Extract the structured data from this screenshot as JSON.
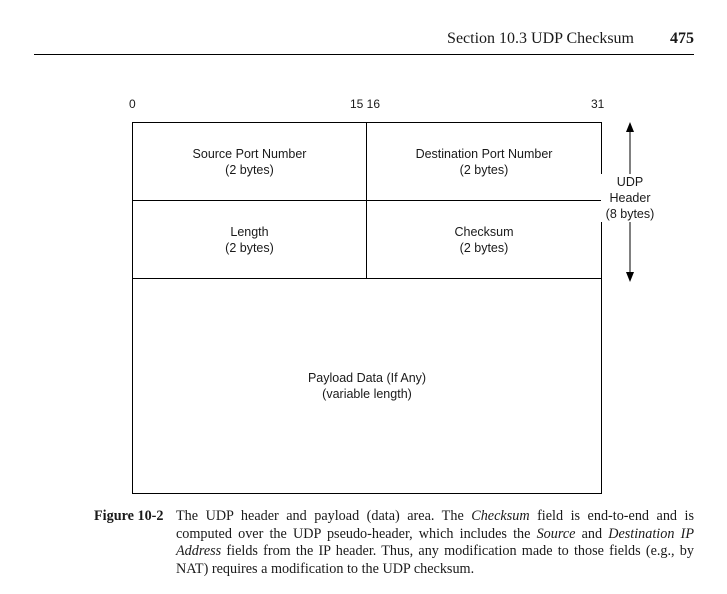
{
  "running_header": {
    "section_title": "Section 10.3 UDP Checksum",
    "page_number": "475"
  },
  "figure": {
    "bit_labels": {
      "start": "0",
      "middle": "15 16",
      "end": "31"
    },
    "fields": {
      "source_port": {
        "name": "Source Port Number",
        "size": "(2 bytes)"
      },
      "destination_port": {
        "name": "Destination Port Number",
        "size": "(2 bytes)"
      },
      "length": {
        "name": "Length",
        "size": "(2 bytes)"
      },
      "checksum": {
        "name": "Checksum",
        "size": "(2 bytes)"
      },
      "payload": {
        "name": "Payload Data (If Any)",
        "size": "(variable length)"
      }
    },
    "udp_header_label": {
      "line1": "UDP",
      "line2": "Header",
      "line3": "(8 bytes)"
    }
  },
  "caption": {
    "label": "Figure 10-2",
    "text_part1": "The UDP header and payload (data) area. The ",
    "term_checksum": "Checksum",
    "text_part2": " field is end-to-end and is computed over the UDP pseudo-header, which includes the ",
    "term_source": "Source",
    "text_part3": " and ",
    "term_dest_ip": "Destination IP Address",
    "text_part4": " fields from the IP header. Thus, any modification made to those fields (e.g., by NAT) requires a modification to the UDP checksum."
  }
}
